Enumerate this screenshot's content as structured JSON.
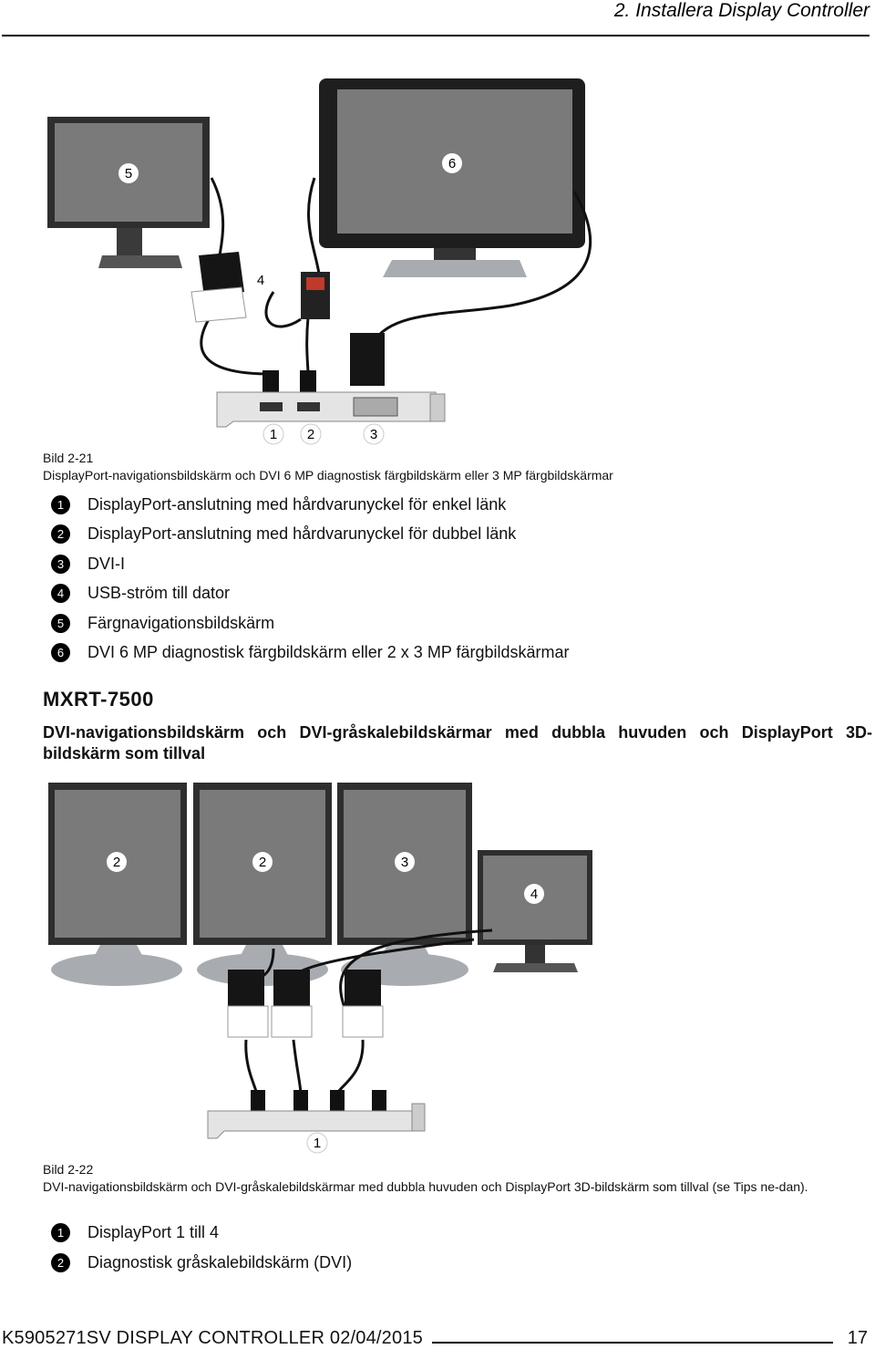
{
  "header": {
    "chapter_title": "2. Installera Display Controller"
  },
  "figure1": {
    "callouts": [
      "1",
      "2",
      "3",
      "4",
      "5",
      "6"
    ],
    "caption_number": "Bild 2-21",
    "caption_text": "DisplayPort-navigationsbildskärm och DVI 6 MP diagnostisk färgbildskärm eller 3 MP färgbildskärmar",
    "legend": [
      {
        "num": "1",
        "text": "DisplayPort-anslutning med hårdvarunyckel för enkel länk"
      },
      {
        "num": "2",
        "text": "DisplayPort-anslutning med hårdvarunyckel för dubbel länk"
      },
      {
        "num": "3",
        "text": "DVI-I"
      },
      {
        "num": "4",
        "text": "USB-ström till dator"
      },
      {
        "num": "5",
        "text": "Färgnavigationsbildskärm"
      },
      {
        "num": "6",
        "text": "DVI 6 MP diagnostisk färgbildskärm eller 2 x 3 MP färgbildskärmar"
      }
    ]
  },
  "section": {
    "heading": "MXRT-7500",
    "subheading": "DVI-navigationsbildskärm och DVI-gråskalebildskärmar med dubbla huvuden och DisplayPort 3D-bildskärm som tillval"
  },
  "figure2": {
    "callouts": [
      "2",
      "2",
      "3",
      "4",
      "1"
    ],
    "caption_number": "Bild 2-22",
    "caption_text": "DVI-navigationsbildskärm och DVI-gråskalebildskärmar med dubbla huvuden och DisplayPort 3D-bildskärm som tillval (se Tips ne-dan).",
    "legend": [
      {
        "num": "1",
        "text": "DisplayPort 1 till 4"
      },
      {
        "num": "2",
        "text": "Diagnostisk gråskalebildskärm (DVI)"
      }
    ]
  },
  "footer": {
    "doc_info": "K5905271SV DISPLAY CONTROLLER 02/04/2015",
    "page_number": "17"
  },
  "colors": {
    "screen": "#7a7a7a",
    "bezel": "#2e2e2e",
    "stand": "#a8acb0",
    "card": "#e4e4e4",
    "cable": "#111111"
  }
}
